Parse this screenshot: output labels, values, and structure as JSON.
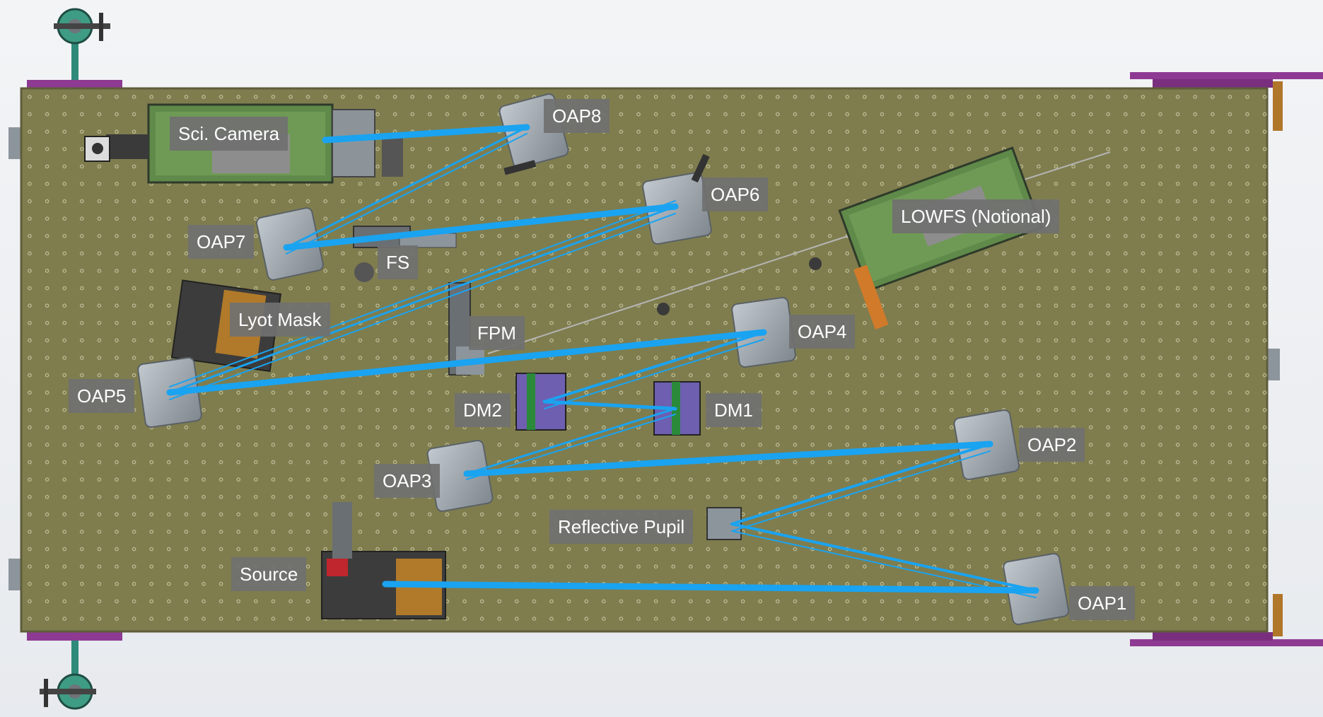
{
  "labels": {
    "sci_camera": "Sci. Camera",
    "oap8": "OAP8",
    "oap6": "OAP6",
    "oap7": "OAP7",
    "fs": "FS",
    "lowfs": "LOWFS (Notional)",
    "lyot_mask": "Lyot Mask",
    "fpm": "FPM",
    "oap4": "OAP4",
    "oap5": "OAP5",
    "dm2": "DM2",
    "dm1": "DM1",
    "oap2": "OAP2",
    "oap3": "OAP3",
    "reflective_pupil": "Reflective Pupil",
    "source": "Source",
    "oap1": "OAP1"
  },
  "colors": {
    "table": "#7f7d4e",
    "table_edge": "#5f5d3a",
    "beam": "#1aa3f0",
    "purple_rail": "#8e3a93",
    "mount_gray": "#9aa3aa",
    "camera_green": "#5f8a4a",
    "label_bg": "#707070",
    "label_text": "#ffffff"
  }
}
